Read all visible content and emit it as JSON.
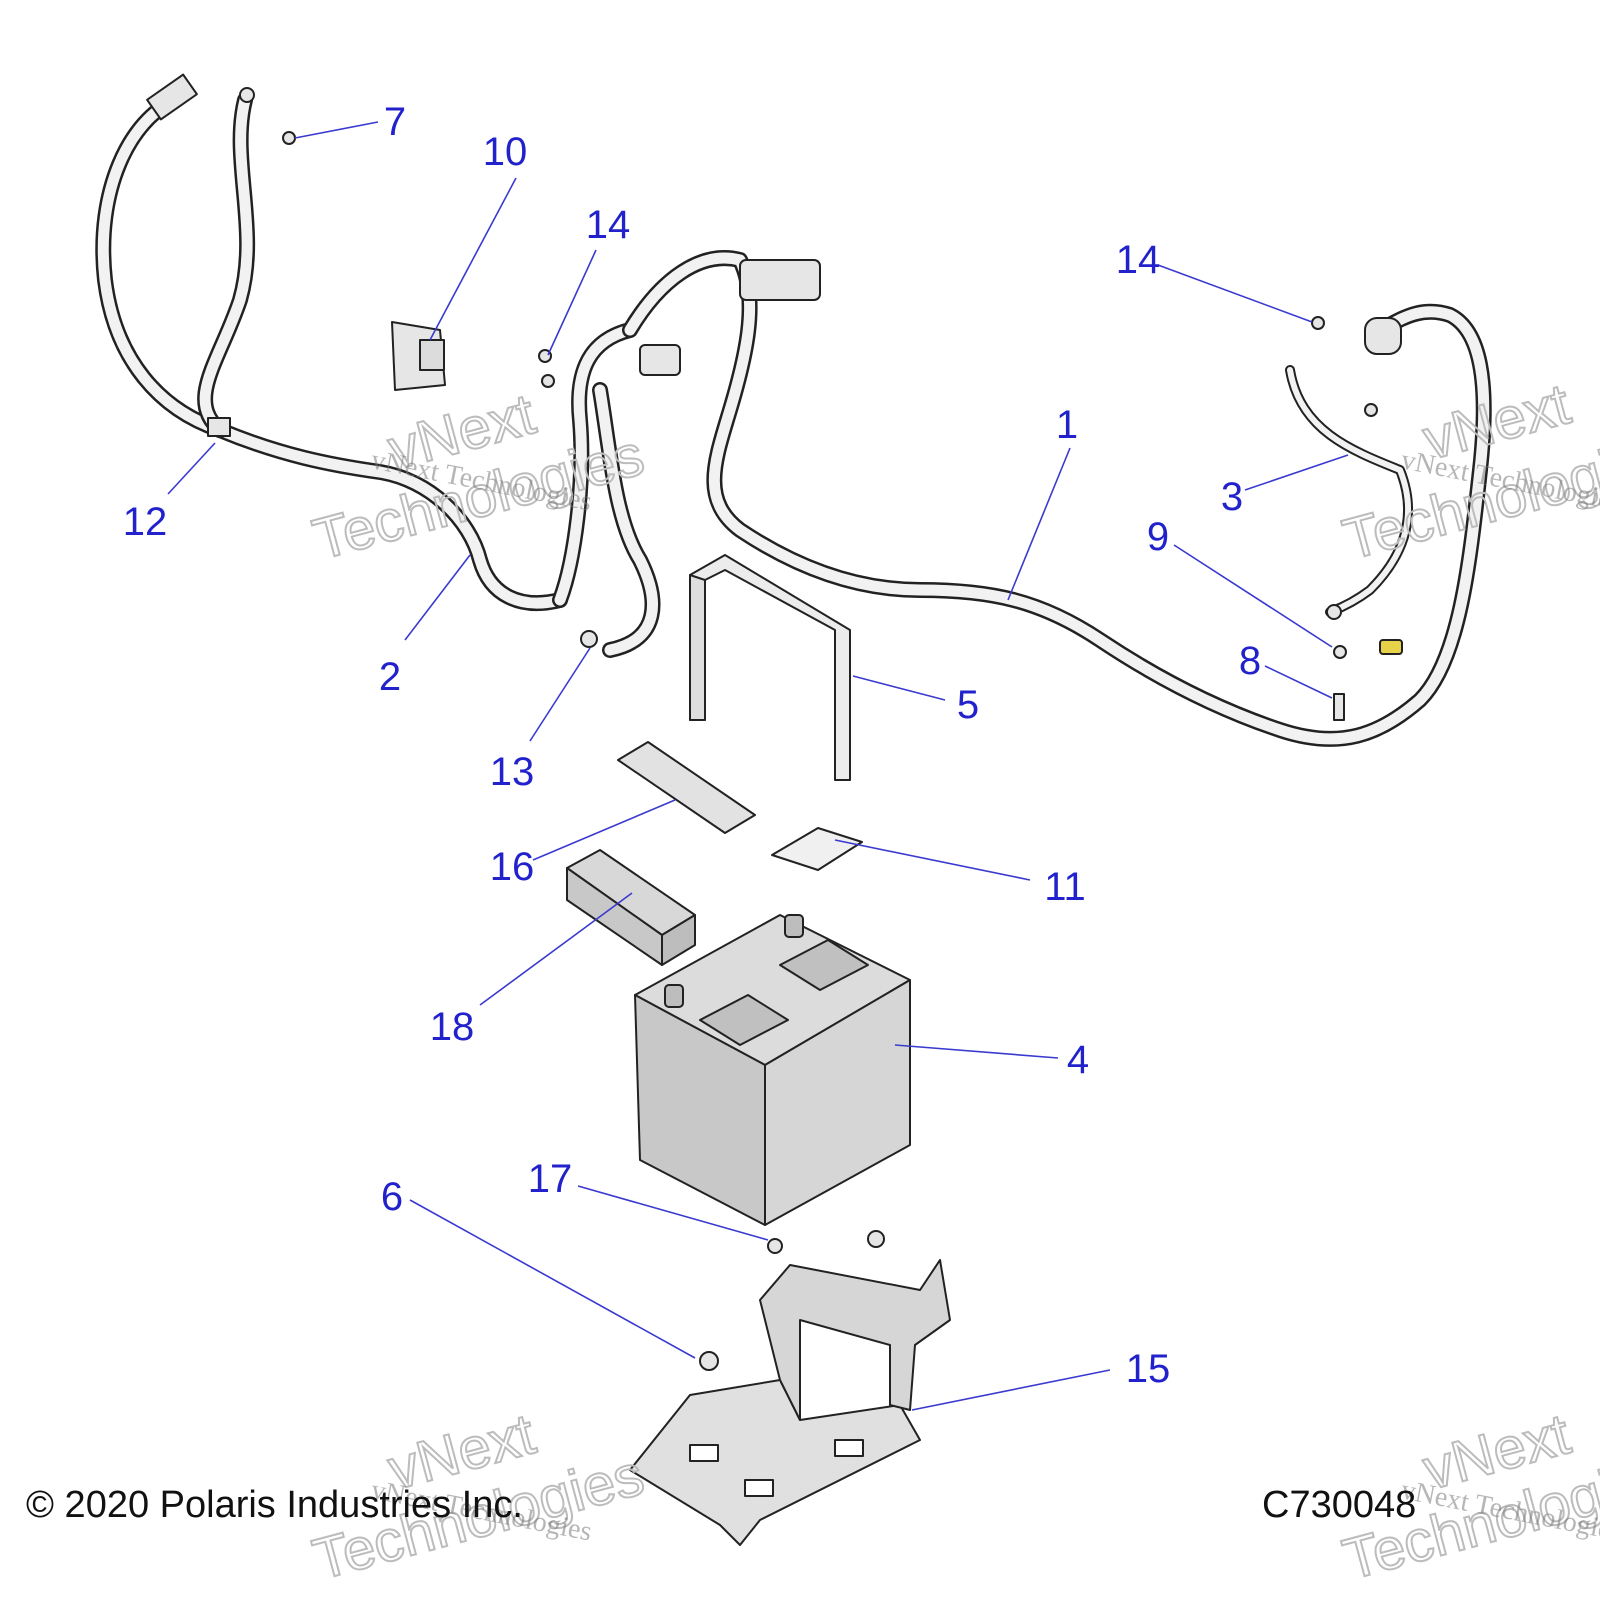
{
  "callouts": [
    {
      "id": "1",
      "label": "1"
    },
    {
      "id": "2",
      "label": "2"
    },
    {
      "id": "3",
      "label": "3"
    },
    {
      "id": "4",
      "label": "4"
    },
    {
      "id": "5",
      "label": "5"
    },
    {
      "id": "6",
      "label": "6"
    },
    {
      "id": "7",
      "label": "7"
    },
    {
      "id": "8",
      "label": "8"
    },
    {
      "id": "9",
      "label": "9"
    },
    {
      "id": "10",
      "label": "10"
    },
    {
      "id": "11",
      "label": "11"
    },
    {
      "id": "12",
      "label": "12"
    },
    {
      "id": "13",
      "label": "13"
    },
    {
      "id": "14a",
      "label": "14"
    },
    {
      "id": "14b",
      "label": "14"
    },
    {
      "id": "15",
      "label": "15"
    },
    {
      "id": "16",
      "label": "16"
    },
    {
      "id": "17",
      "label": "17"
    },
    {
      "id": "18",
      "label": "18"
    }
  ],
  "footer": {
    "copyright": "© 2020 Polaris Industries Inc.",
    "drawing_number": "C730048"
  },
  "watermark": {
    "line1": "vNext",
    "line2": "Technologies",
    "line_full": "vNext Technologies"
  },
  "colors": {
    "callout": "#2222cc",
    "leader": "#3a3ad0",
    "part_fill": "#e6e6e6",
    "battery_side": "#c8c8c8",
    "fastener_yellow": "#e8d24a"
  }
}
